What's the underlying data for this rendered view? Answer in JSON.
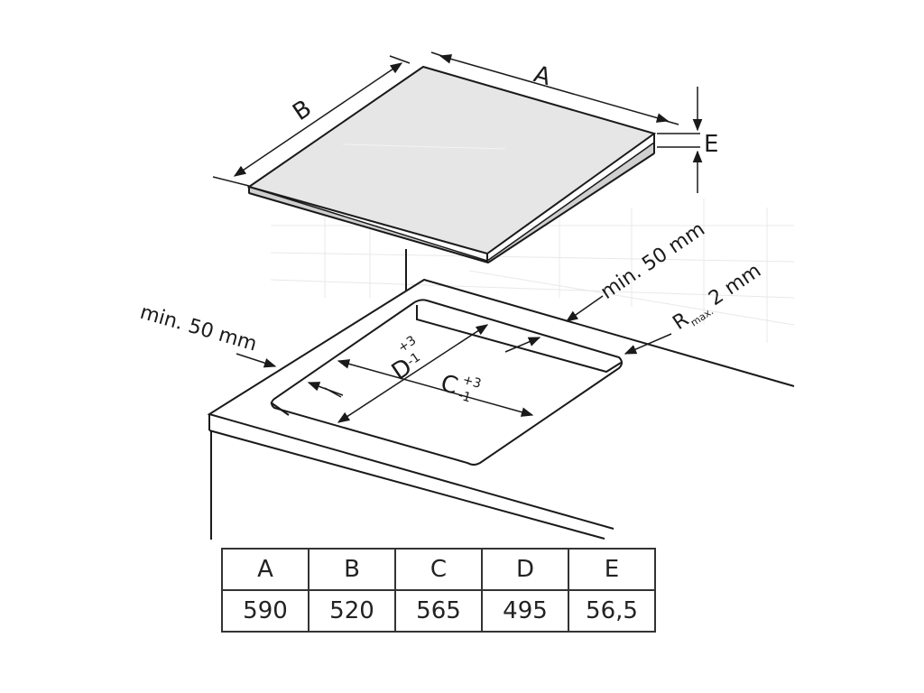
{
  "labels": {
    "A": "A",
    "B": "B",
    "E": "E",
    "min_right": "min. 50 mm",
    "min_left": "min. 50 mm",
    "radius_main": "R",
    "radius_sub": "max.",
    "radius_value": "2 mm",
    "C": "C",
    "D": "D",
    "tol_plus": "+3",
    "tol_minus": "-1"
  },
  "table": {
    "headers": [
      "A",
      "B",
      "C",
      "D",
      "E"
    ],
    "values": [
      "590",
      "520",
      "565",
      "495",
      "56,5"
    ]
  },
  "colors": {
    "hob_top": "#e6e6e6",
    "line": "#1a1a1a",
    "grid": "#e8e8e8"
  }
}
